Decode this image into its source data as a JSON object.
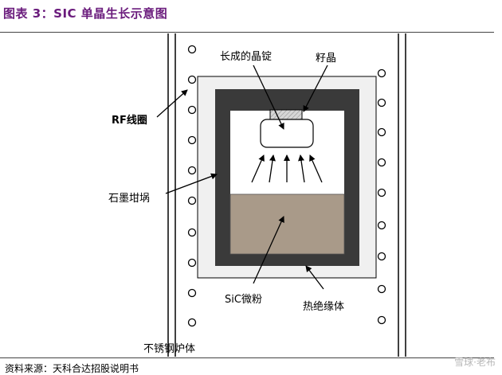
{
  "header": {
    "title": "图表 3：SIC 单晶生长示意图"
  },
  "diagram": {
    "labels": {
      "grown_crystal": "长成的晶锭",
      "seed_crystal": "籽晶",
      "rf_coil": "RF线圈",
      "graphite_crucible": "石墨坩埚",
      "sic_powder": "SiC微粉",
      "insulation": "热绝缘体",
      "stainless_furnace": "不锈钢炉体"
    },
    "colors": {
      "crucible": "#3a3a3a",
      "insulation_fill": "#f0f0f0",
      "powder": "#a99a89",
      "seed": "#cfcfcf"
    }
  },
  "footer": {
    "source": "资料来源：天科合达招股说明书",
    "watermark": "雪球·老布"
  }
}
